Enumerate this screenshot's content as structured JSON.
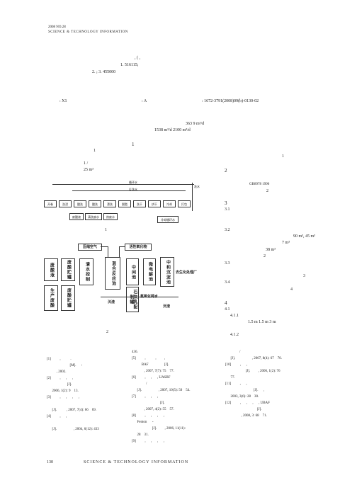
{
  "header": {
    "line1": "2008  NO.28",
    "line2": "SCIENCE & TECHNOLOGY INFORMATION"
  },
  "affiliation": {
    "row1": ",           (           ,          ",
    "row2": "1.                                      516115;",
    "row3": "2.                             ;  3.                                   455000",
    "code_left": ": X1",
    "code_mid": ": A",
    "code_right": ": 1672-3791(2008)09(b)-0130-02"
  },
  "body_left": {
    "flow1": "363 9 m³/d",
    "flow2": "1538 m³/d                 2100 m³/d",
    "sec1": "1",
    "item1": "1",
    "item2": "1       /",
    "item3": "25 m³"
  },
  "figure1": {
    "label": "1",
    "top_row": [
      "循环水",
      "反洗水"
    ],
    "processes": [
      "开卷",
      "洗浸",
      "酸洗",
      "酸洗",
      "漂洗",
      "脱脂",
      "洗干",
      "烘干",
      "冷却",
      "打包"
    ],
    "bottom": [
      "废酸液",
      "清洗废水",
      "热废水"
    ],
    "right": "冷却循环水",
    "side": "洗水"
  },
  "figure2": {
    "label": "2",
    "air": "压缩空气",
    "reagent": "活性氧化物",
    "col1a": "废酸液",
    "col1b": "生产废酸",
    "col2a": "废酸贮罐",
    "col2b": "废酸贮罐",
    "col3": "清水控制",
    "col4": "混合反应池",
    "col5": "中间池",
    "col6": "微电解池",
    "col7": "中和沉淀池",
    "out": "去生化处理厂",
    "lime1": "石灰乳配制罐",
    "lime2": "氢氧化钙水",
    "sludge": "沉渣",
    "sludge2": "沉渣"
  },
  "right_col": {
    "r1": "1",
    "h2": "2",
    "r2": "GB8978    1996",
    "r3": "2",
    "h3": "3",
    "s31": "3.1",
    "s32": "3.2",
    "v1": "90 m³,     45 m³",
    "v2": "7 m³",
    "v3": "38 m³",
    "v4": "2",
    "s33": "3.3",
    "v5": "3",
    "s34": "3.4",
    "v6": "4",
    "h4": "4",
    "s41": "4.1",
    "s411": "4.1.1",
    "dims": "1.5 m    1.5 m    3 m",
    "s412": "4.1.2"
  },
  "refs_left": [
    "[1]          ,           .",
    "                          [M].      :",
    "           , 2002.",
    "[2]          ,      ,      ,",
    "                       [J].",
    "      2006, 1(2): 9    13.",
    "[3]          ,      ,      ,      ,",
    "",
    "      [J].           , 2007, 7(4): 66    69.",
    "[4]          ,      ,",
    "",
    "      [J].                   , 2004, 6(12): 433"
  ],
  "refs_mid": [
    "436.",
    "[5]          ,           ,         ,",
    "           BAF                  [J].",
    "              , 2007, 7(7): 75    77.",
    "[6]          ,      ,      , UASBF",
    "                /",
    "      [J].                   , 2007, 10(5): 50    54.",
    "[7]          ,      ,      ,",
    "                                [J].",
    "              , 2007, 4(2): 55    57.",
    "[8]          ,      ,      ,      ,",
    "      Fenton      -",
    "                       [J].         , 2006, 11(11):",
    "      28    31.",
    "[9]          ,      ,      ,      ,"
  ],
  "refs_right": [
    "                /",
    "      [J].                   , 2007, 8(4): 67    70.",
    "[10]          ,      ,",
    "                       [J].         , 2006, 1(2): 76",
    "      77.",
    "[11]          ,      ,",
    "                                [J].      ,",
    "      2003, 3(6): 28    30.",
    "[12]          ,      ,      ,      , UBAF",
    "                                    [J].",
    "                  , 2008, 3: 68    71."
  ],
  "footer": {
    "page": "130",
    "journal": "SCIENCE & TECHNOLOGY INFORMATION"
  }
}
